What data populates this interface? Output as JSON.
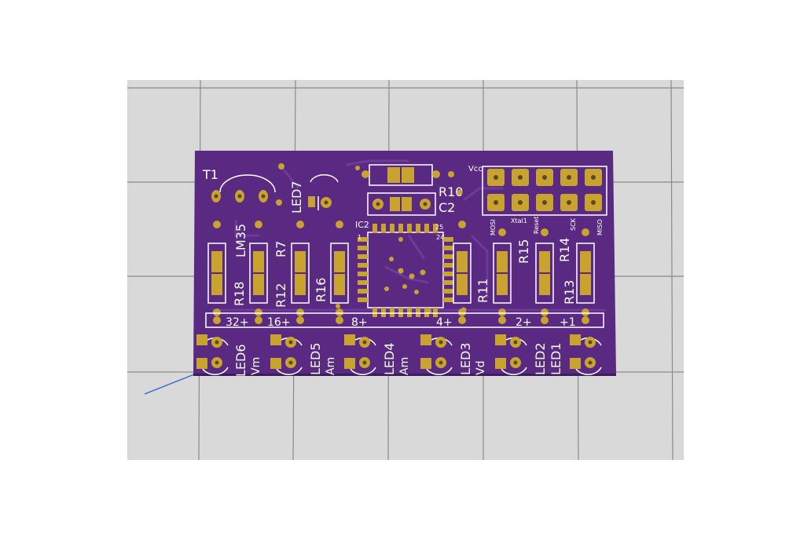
{
  "colors": {
    "viewport_bg": "#d9d9d9",
    "grid_line": "#8a8a8a",
    "board": "#5a2a82",
    "board_dark": "#3e1b5e",
    "pad_gold": "#c8a330",
    "hole": "#5b4a1e",
    "silkscreen": "#ffffff",
    "axis_line": "#2f63d6"
  },
  "board": {
    "labels": {
      "t1": "T1",
      "lm35": "LM35",
      "led7": "LED7",
      "ic2": "IC2",
      "r10": "R10",
      "c2": "C2",
      "vcc": "Vcc",
      "pin1": "1",
      "pin25": "25",
      "pin24": "24",
      "r7": "R7",
      "r18": "R18",
      "r12": "R12",
      "r16": "R16",
      "r11": "R11",
      "r15": "R15",
      "r14": "R14",
      "r13": "R13",
      "mosi": "MOSI",
      "xtal1": "Xtal1",
      "reset": "Reset",
      "sck": "SCK",
      "miso": "MISO",
      "bit_32": "32+",
      "bit_16": "16+",
      "bit_8": "8+",
      "bit_4": "4+",
      "bit_2": "2+",
      "bit_1": "+1",
      "led6": "LED6",
      "led5": "LED5",
      "led4": "LED4",
      "led3": "LED3",
      "led2": "LED2",
      "led1": "LED1",
      "vm": "Vm",
      "am1": "Am",
      "am2": "Am",
      "vd": "Vd"
    }
  }
}
